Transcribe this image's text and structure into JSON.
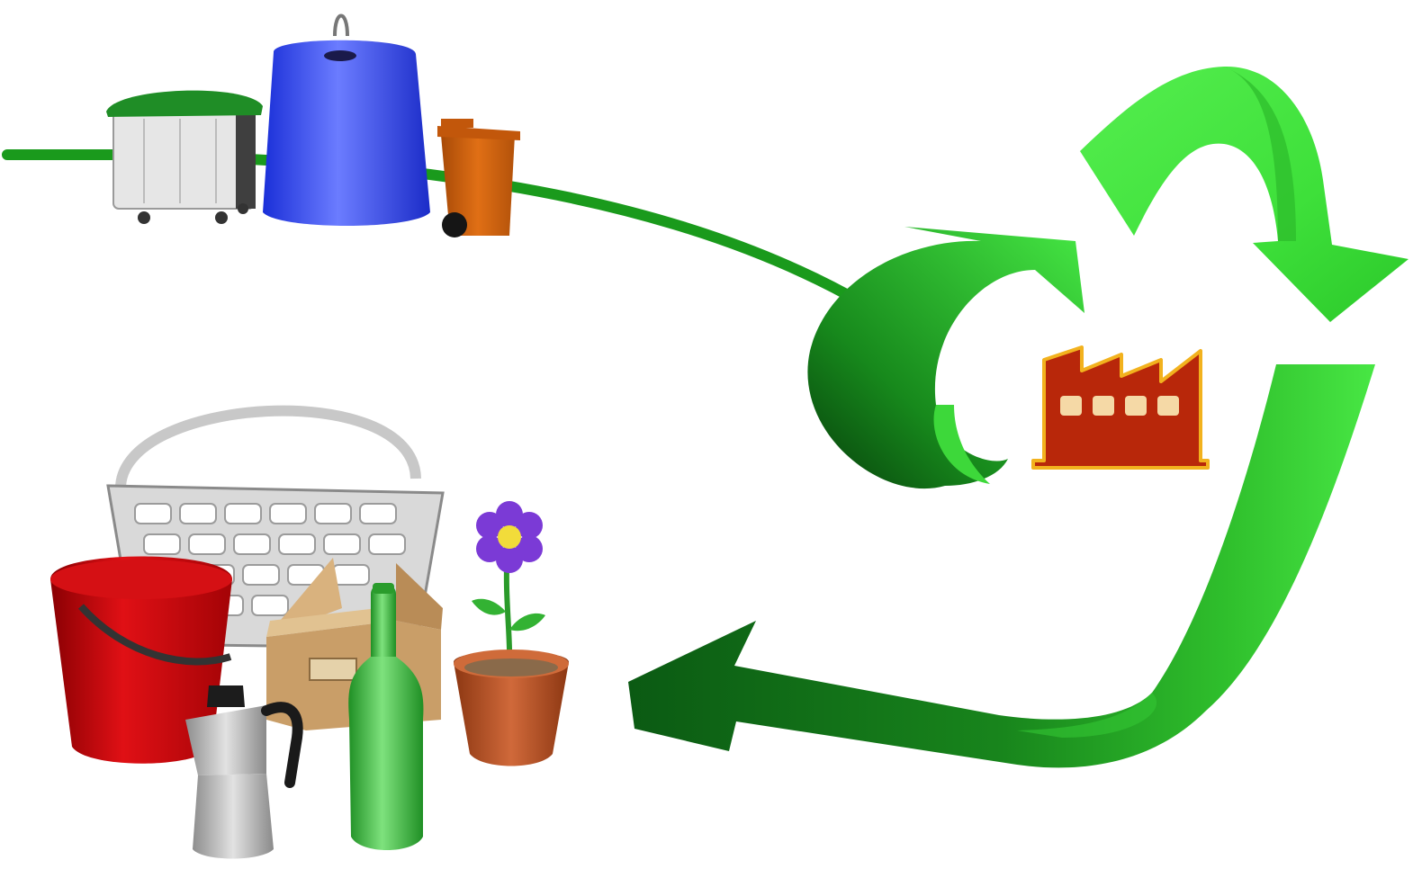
{
  "diagram": {
    "kind": "recycling-cycle",
    "steps": [
      {
        "id": "collection",
        "icon": "waste-containers-icon"
      },
      {
        "id": "processing",
        "icon": "factory-icon"
      },
      {
        "id": "new-products",
        "icon": "recycled-products-icon"
      }
    ],
    "containers": [
      "dumpster-icon",
      "glass-igloo-icon",
      "wheelie-bin-icon"
    ],
    "products": [
      "basket-icon",
      "bucket-icon",
      "cardboard-box-icon",
      "moka-pot-icon",
      "bottle-icon",
      "flower-pot-icon"
    ]
  },
  "colors": {
    "arrow_light": "#3fe23c",
    "arrow_dark": "#0b5e14",
    "line": "#1a9a1c",
    "factory": "#b8270a",
    "factory_outline": "#f2b21e",
    "dumpster_lid": "#1f8d26",
    "dumpster_body": "#e4e4e4",
    "igloo": "#2a3ef2",
    "wheelie_bin": "#d2600e",
    "bucket": "#c3070a",
    "box": "#c99e68",
    "bottle": "#3bb63c",
    "pot": "#b04e22",
    "flower": "#7b3ad6",
    "flower_center": "#f2dc3a",
    "moka": "#b9b9b9"
  }
}
